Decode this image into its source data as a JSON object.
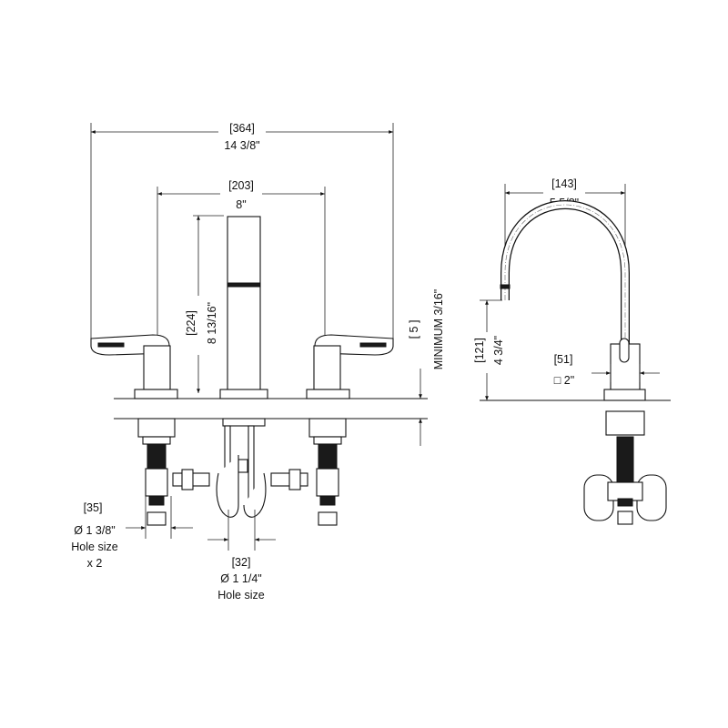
{
  "front_view": {
    "overall_width": {
      "mm": "[364]",
      "inch": "14 3/8\""
    },
    "center_spread": {
      "mm": "[203]",
      "inch": "8\""
    },
    "spout_height": {
      "mm": "[224]",
      "inch": "8 13/16\""
    },
    "deck_thickness": {
      "mm": "[ 5 ]",
      "inch": "MINIMUM 3/16\""
    },
    "handle_hole": {
      "mm": "[35]",
      "inch": "Ø 1 3/8\"",
      "label": "Hole size",
      "qty": "x 2"
    },
    "spout_hole": {
      "mm": "[32]",
      "inch": "Ø 1 1/4\"",
      "label": "Hole size"
    }
  },
  "side_view": {
    "spout_reach": {
      "mm": "[143]",
      "inch": "5 5/8\""
    },
    "spout_clearance": {
      "mm": "[121]",
      "inch": "4 3/4\""
    },
    "base_size": {
      "mm": "[51]",
      "inch": "□ 2\""
    }
  }
}
